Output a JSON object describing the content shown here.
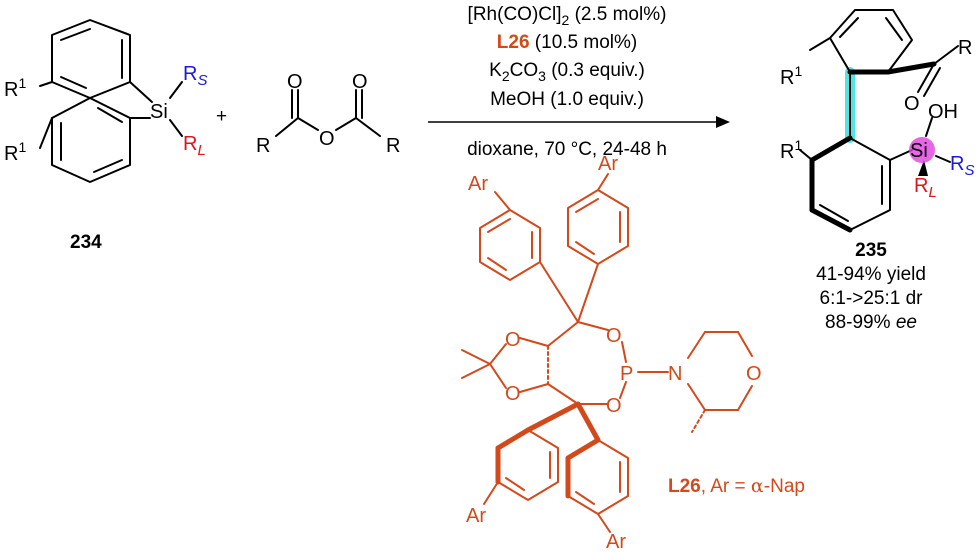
{
  "colors": {
    "ligand": "#d24a1c",
    "rs": "#1a1ad6",
    "rl": "#e0141e",
    "highlight_bond": "#33e0e0",
    "highlight_si": "#e040e0"
  },
  "reactant": {
    "label": "234",
    "r1_top": "R",
    "r1_top_sup": "1",
    "r1_bottom": "R",
    "r1_bottom_sup": "1",
    "si": "Si",
    "rs": "R",
    "rs_sub": "S",
    "rl": "R",
    "rl_sub": "L"
  },
  "plus": "+",
  "anhydride": {
    "r_left": "R",
    "r_right": "R",
    "o_carbonyl_left": "O",
    "o_carbonyl_right": "O",
    "o_bridge": "O"
  },
  "conditions": {
    "line1_main": "[Rh(CO)Cl]",
    "line1_sub": "2",
    "line1_rest": " (2.5 mol%)",
    "line2_bold": "L26",
    "line2_rest": " (10.5 mol%)",
    "line3_main": "K",
    "line3_sub1": "2",
    "line3_mid": "CO",
    "line3_sub2": "3",
    "line3_rest": " (0.3 equiv.)",
    "line4": "MeOH (1.0 equiv.)",
    "line5": "dioxane, 70 °C, 24-48 h"
  },
  "product": {
    "label": "235",
    "yield": "41-94% yield",
    "dr": "6:1->25:1 dr",
    "ee_value": "88-99% ",
    "ee_italic": "ee",
    "r1_top": "R",
    "r1_top_sup": "1",
    "r1_bottom": "R",
    "r1_bottom_sup": "1",
    "r_ketone": "R",
    "o_ketone": "O",
    "oh": "OH",
    "si": "Si",
    "rs": "R",
    "rs_sub": "S",
    "rl": "R",
    "rl_sub": "L"
  },
  "ligand": {
    "ar_labels": [
      "Ar",
      "Ar",
      "Ar",
      "Ar"
    ],
    "o_labels": [
      "O",
      "O",
      "O",
      "O",
      "O"
    ],
    "p": "P",
    "n": "N",
    "caption_bold": "L26",
    "caption_rest": ", Ar = ",
    "caption_symbol": "α",
    "caption_tail": "-Nap"
  }
}
